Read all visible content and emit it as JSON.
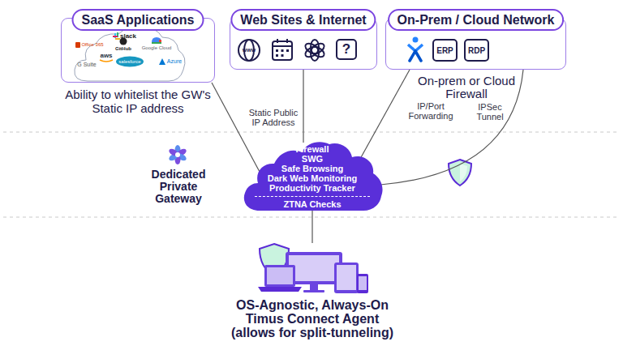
{
  "diagram": {
    "nodes": [
      {
        "text": [
          "SaaS Applications"
        ]
      },
      {
        "text": [
          "Web Sites & Internet"
        ]
      },
      {
        "text": [
          "?"
        ],
        "in": 1
      },
      {
        "text": [
          "On-Prem / Cloud Network"
        ]
      },
      {
        "text": [
          "ERP"
        ],
        "in": 3
      },
      {
        "text": [
          "RDP"
        ],
        "in": 3
      },
      {
        "text": [
          "Firewall",
          "SWG",
          "Safe Browsing",
          "Dark Web Monitoring",
          "Productivity Tracker",
          "ZTNA Checks"
        ]
      },
      {
        "text": [
          "OS-Agnostic, Always-On Timus Connect Agent (allows for split-tunneling)"
        ]
      }
    ],
    "edges": [
      {
        "from": 0,
        "to": 6,
        "arrow": "none"
      },
      {
        "from": 1,
        "to": 6,
        "label": "Static Public IP Address",
        "arrow": "none"
      },
      {
        "from": 3,
        "to": 6,
        "label": "IP/Port Forwarding",
        "arrow": "none"
      },
      {
        "from": 3,
        "to": 6,
        "label": "IPSec Tunnel",
        "arrow": "none"
      },
      {
        "from": 6,
        "to": 7,
        "arrow": "none"
      }
    ],
    "labels": [
      "Ability to whitelist the GW's Static IP address",
      "On-prem or Cloud Firewall",
      "Dedicated Private Gateway",
      "slack",
      "Office 365",
      "GitHub",
      "Google Cloud",
      "G Suite",
      "aws",
      "salesforce",
      "Azure",
      "www"
    ]
  }
}
